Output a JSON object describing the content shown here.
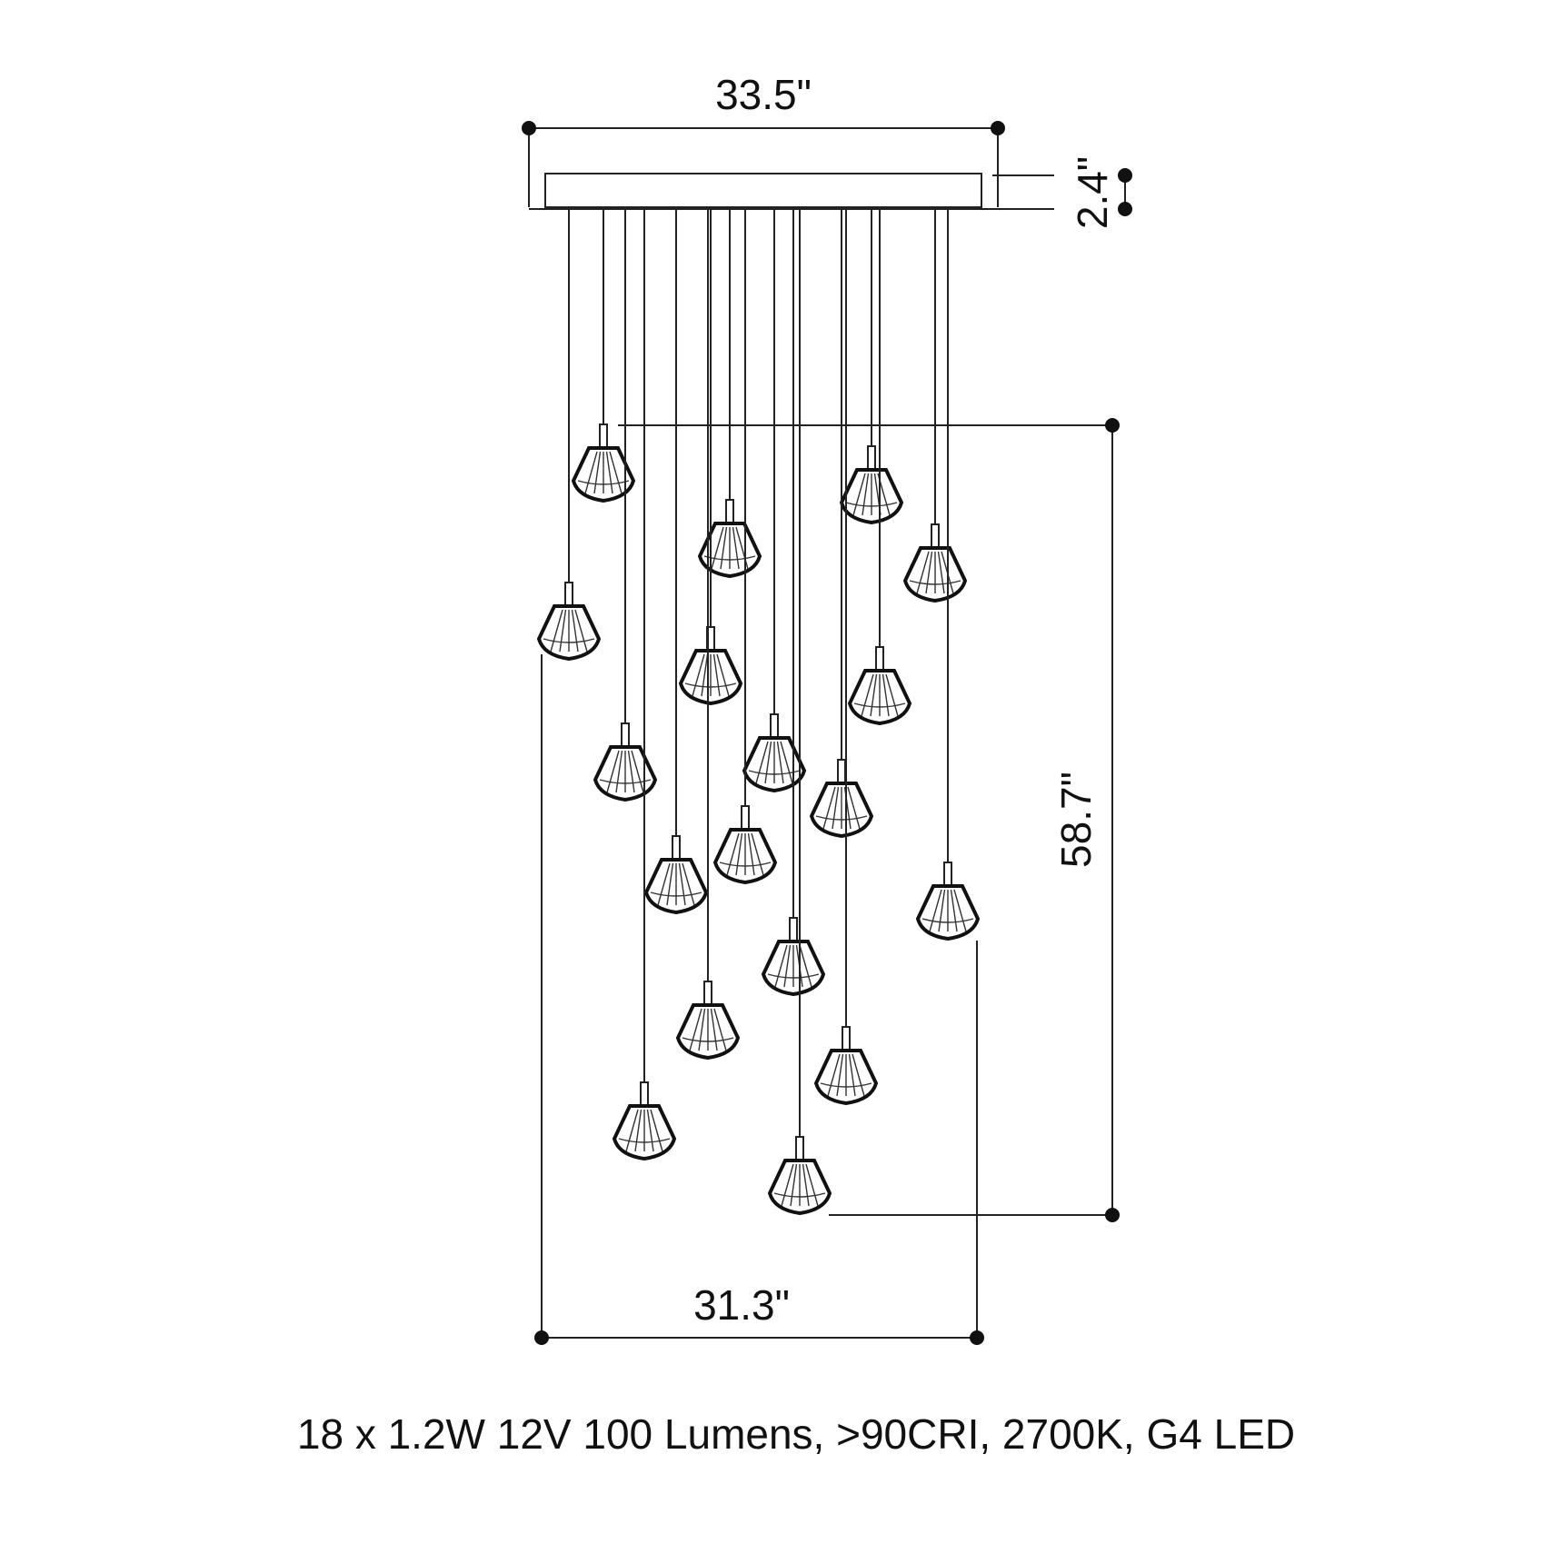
{
  "dimensions": {
    "canopy_width": "33.5\"",
    "canopy_height": "2.4\"",
    "drop_height": "58.7\"",
    "spread_width": "31.3\""
  },
  "spec_line": "18 x 1.2W 12V 100 Lumens, >90CRI, 2700K, G4 LED",
  "colors": {
    "line": "#222222",
    "background": "#ffffff"
  },
  "pendant_count": 18
}
